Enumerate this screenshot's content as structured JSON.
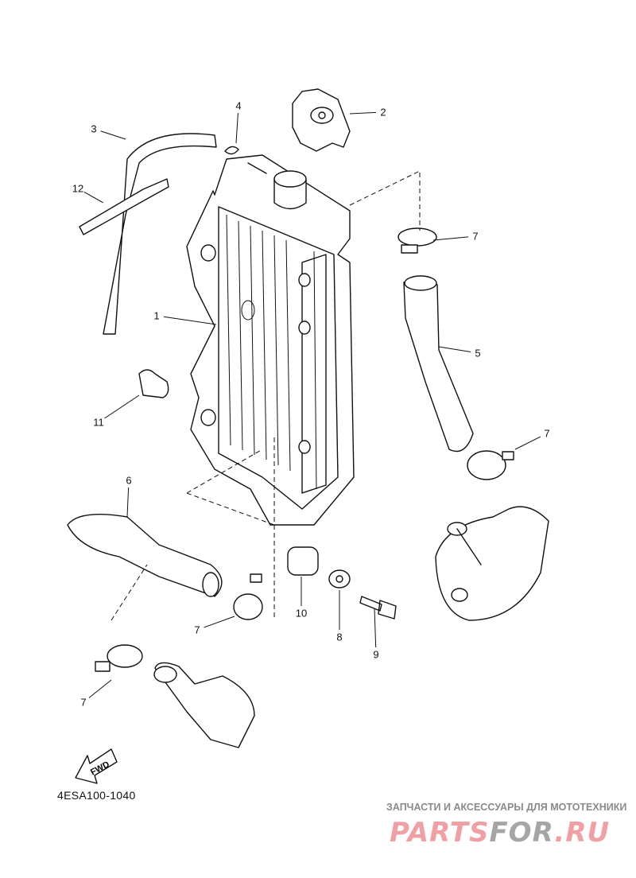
{
  "diagram": {
    "code": "4ESA100-1040",
    "fwd_label": "FWD",
    "callouts": [
      "1",
      "2",
      "3",
      "4",
      "12",
      "7",
      "5",
      "11",
      "7",
      "6",
      "10",
      "7",
      "8",
      "9",
      "7"
    ]
  },
  "watermark": {
    "subtitle": "ЗАПЧАСТИ И АКСЕССУАРЫ ДЛЯ МОТОТЕХНИКИ",
    "brand_part1": "PARTS",
    "brand_part2": "FOR",
    "brand_part3": ".RU",
    "colors": {
      "pink": "#f0a0a4",
      "gray": "#a5a5a5"
    }
  }
}
